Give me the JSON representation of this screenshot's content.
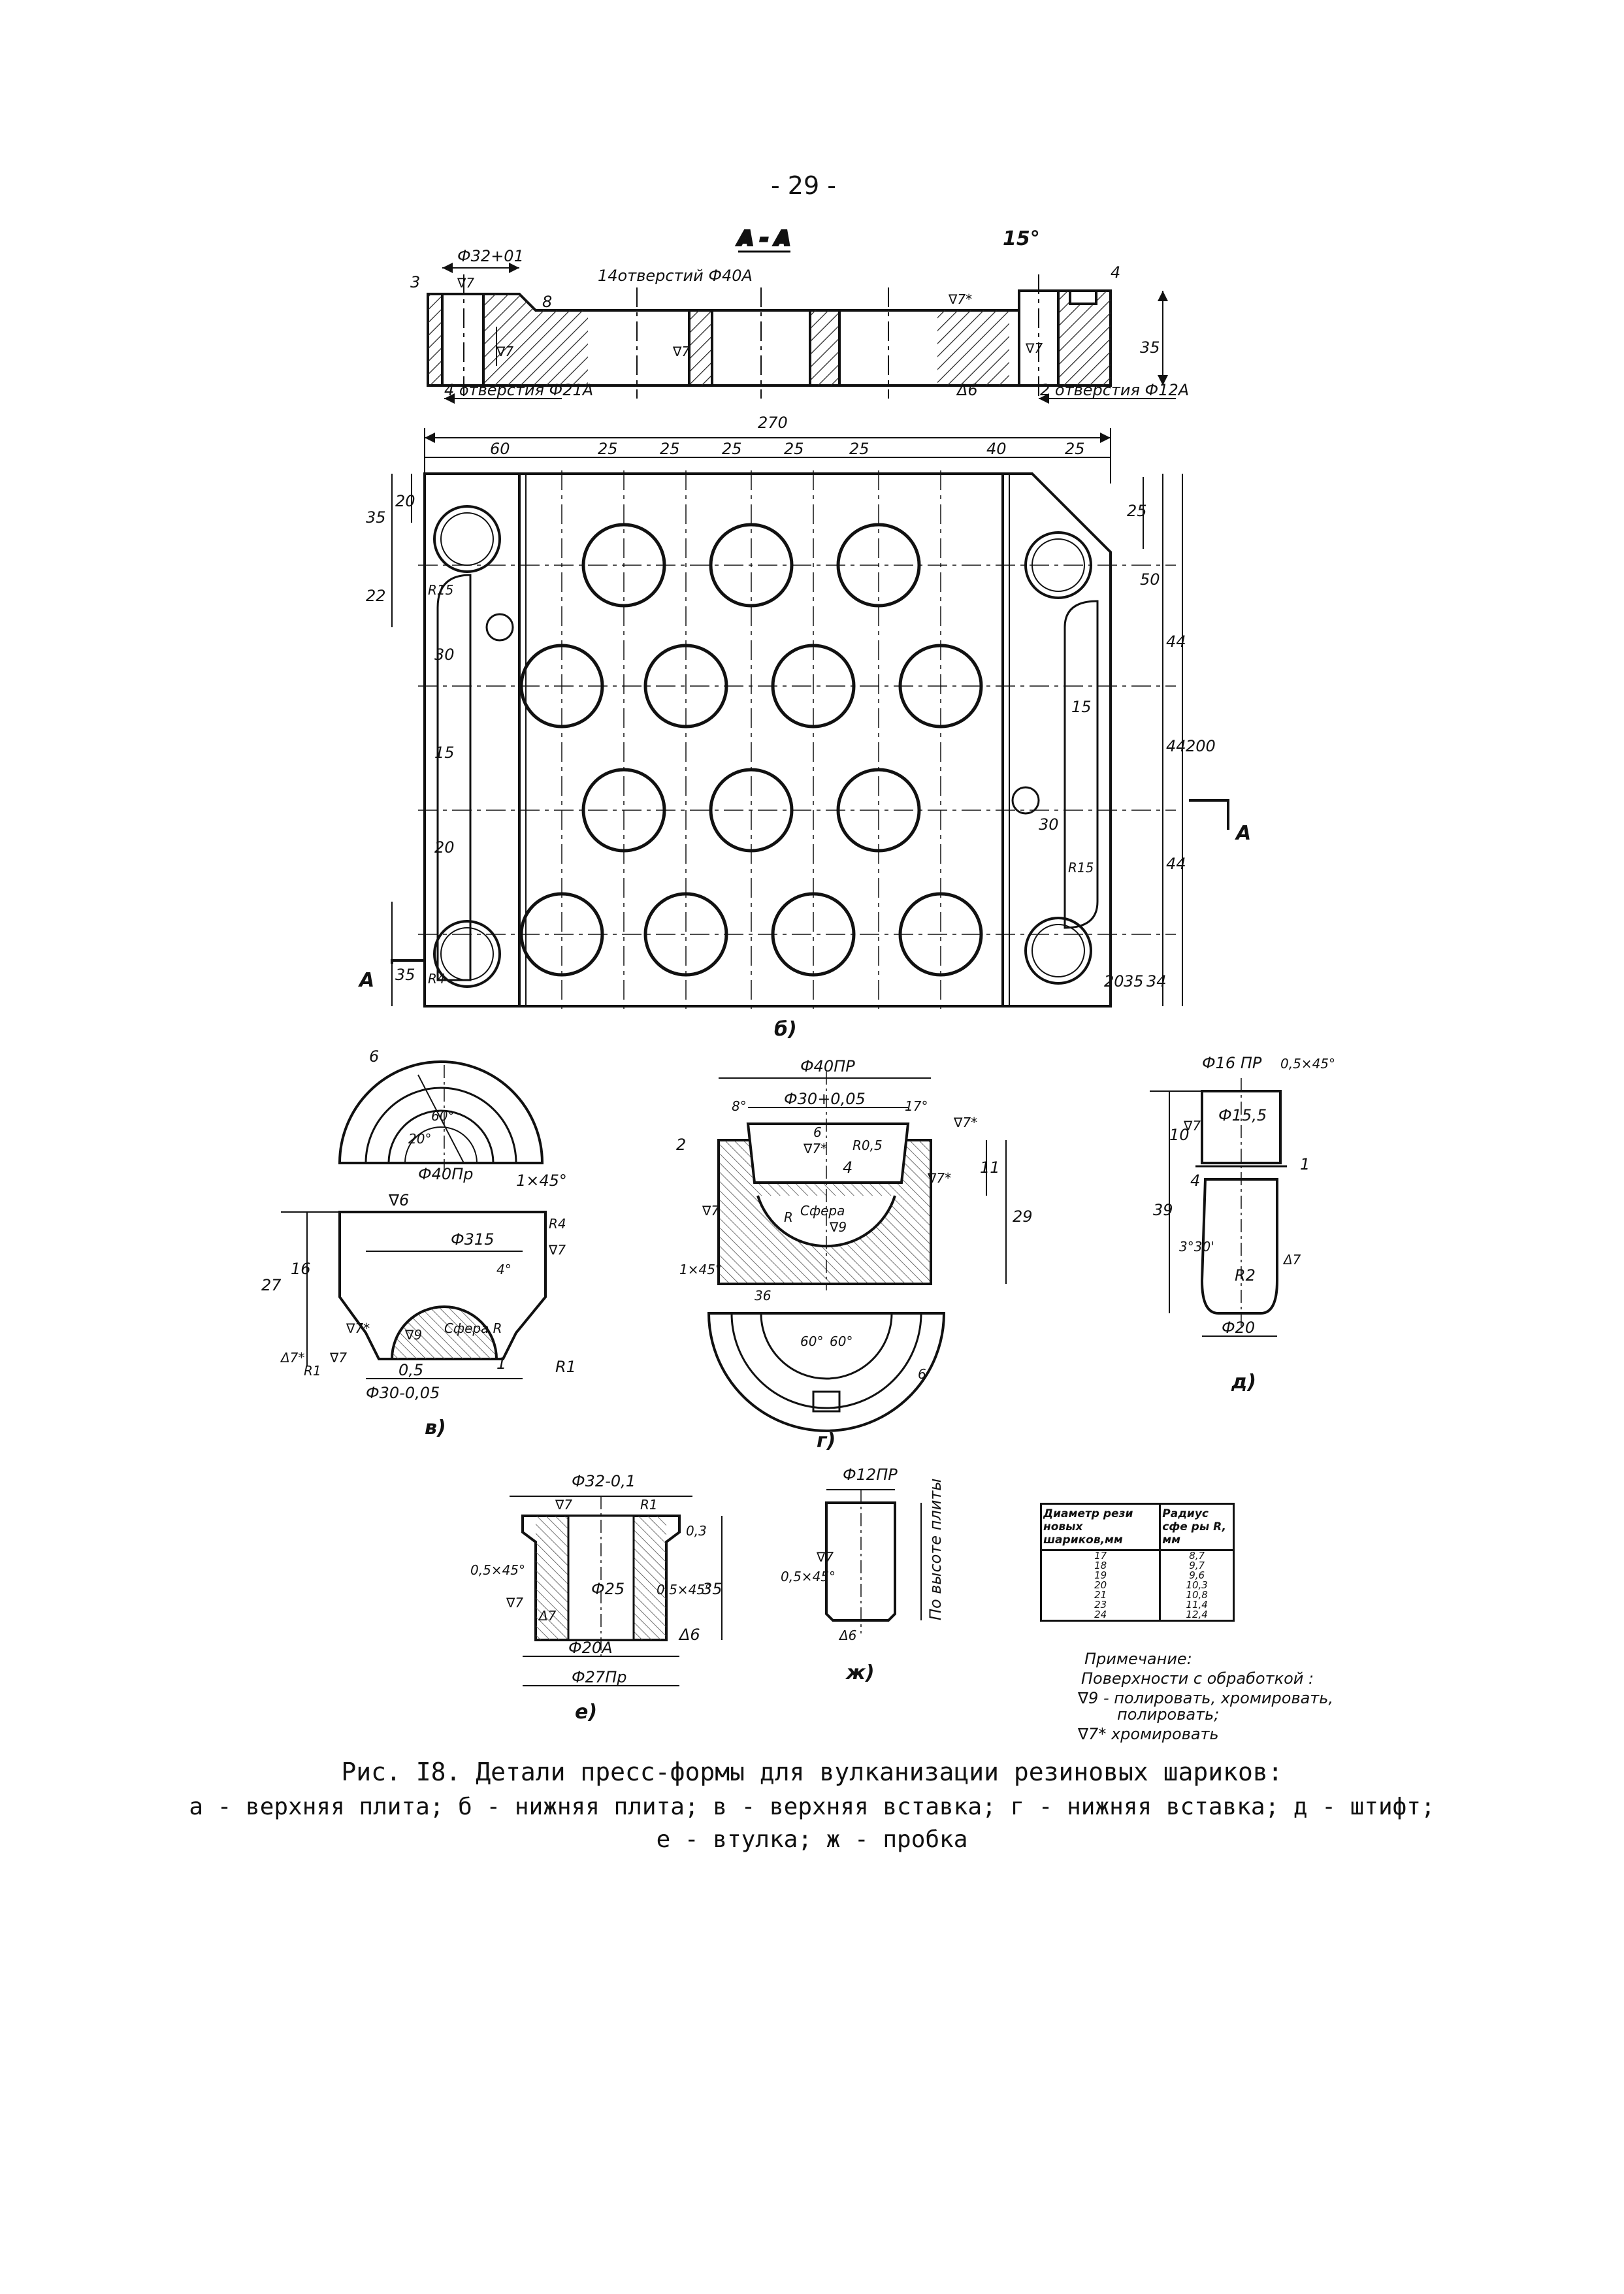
{
  "page": {
    "number": "- 29 -"
  },
  "section_plate": {
    "section_label": "А - А",
    "dims": [
      "Ф32+01",
      "3",
      "∇7",
      "8",
      "14отверстий Ф40А",
      "15°",
      "∇7*",
      "4",
      "35",
      "∇7",
      "∇7",
      "∇7",
      "4 отверстия Ф21А",
      "Δ6",
      "2 отверстия Ф12А"
    ]
  },
  "plan_view": {
    "top_dims": [
      "270",
      "60",
      "25",
      "25",
      "25",
      "25",
      "25",
      "40",
      "25"
    ],
    "left_dims": [
      "35",
      "20",
      "22",
      "R15",
      "30",
      "15",
      "20",
      "35",
      "R4"
    ],
    "right_dims": [
      "25",
      "50",
      "44",
      "44",
      "44",
      "15",
      "200",
      "30",
      "R15",
      "20",
      "35",
      "34"
    ],
    "section_marks": [
      "А",
      "А"
    ],
    "label": "б)"
  },
  "insert_upper": {
    "dims": [
      "6",
      "60°",
      "20°",
      "Ф40Пр",
      "1×45°",
      "∇6",
      "R4",
      "Ф315",
      "4°",
      "∇7",
      "27",
      "16",
      "Сфера R",
      "∇9",
      "∇7*",
      "Δ7*",
      "R1",
      "∇7",
      "0,5",
      "1",
      "R1",
      "Ф30-0,05"
    ],
    "label": "в)"
  },
  "insert_lower": {
    "dims": [
      "Ф40ПР",
      "Ф30+0,05",
      "8°",
      "17°",
      "6",
      "∇7*",
      "2",
      "∇7*",
      "R0,5",
      "4",
      "11",
      "∇7*",
      "∇7",
      "29",
      "R",
      "Сфера",
      "∇9",
      "1×45°",
      "36",
      "60°",
      "60°",
      "6"
    ],
    "label": "г)"
  },
  "pin": {
    "dims": [
      "Ф16 ПР",
      "0,5×45°",
      "10",
      "∇7",
      "Ф15,5",
      "1",
      "4",
      "39",
      "3°30'",
      "R2",
      "Δ7",
      "Ф20"
    ],
    "label": "д)"
  },
  "bushing": {
    "dims": [
      "Ф32-0,1",
      "∇7",
      "R1",
      "0,3",
      "0,5×45°",
      "Ф25",
      "0,5×45°",
      "35",
      "∇7",
      "Δ7",
      "Ф20А",
      "Δ6",
      "Ф27Пр"
    ],
    "label": "е)"
  },
  "plug": {
    "dims": [
      "Ф12ПР",
      "0,5×45°",
      "∇7",
      "Δ6",
      "По высоте плиты"
    ],
    "label": "ж)"
  },
  "table": {
    "headers": [
      "Диаметр рези новых шариков,мм",
      "Радиус сфе ры R, мм"
    ],
    "rows": [
      [
        "17",
        "8,7"
      ],
      [
        "18",
        "9,7"
      ],
      [
        "19",
        "9,6"
      ],
      [
        "20",
        "10,3"
      ],
      [
        "21",
        "10,8"
      ],
      [
        "23",
        "11,4"
      ],
      [
        "24",
        "12,4"
      ]
    ]
  },
  "note": {
    "title": "Примечание:",
    "line1": "Поверхности с обработкой :",
    "line2": "∇9 - полировать, хромировать,",
    "line3": "полировать;",
    "line4": "∇7* хромировать"
  },
  "caption": {
    "line1": "Рис. I8. Детали пресс-формы для вулканизации резиновых шариков:",
    "line2": "а - верхняя плита; б - нижняя плита; в - верхняя вставка; г - нижняя вставка; д - штифт;",
    "line3": "е - втулка; ж - пробка"
  }
}
